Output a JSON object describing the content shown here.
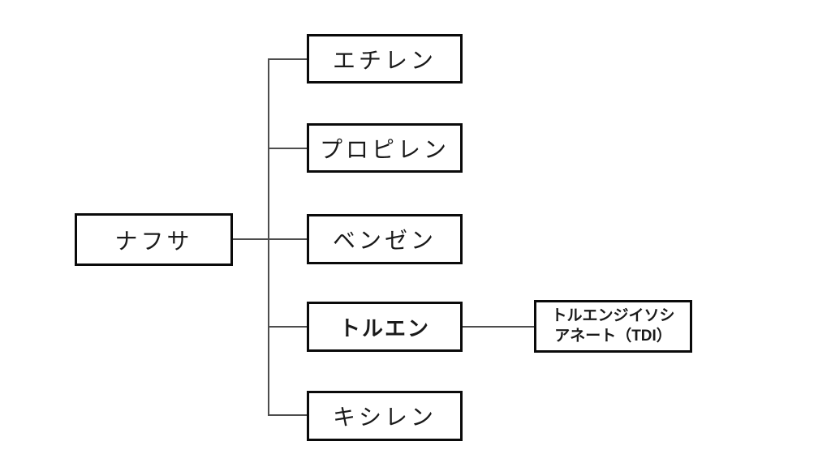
{
  "diagram": {
    "title": "naphtha-petrochemical-derivatives-flow",
    "source": {
      "label": "ナフサ"
    },
    "products": [
      {
        "label": "エチレン",
        "bold": false
      },
      {
        "label": "プロピレン",
        "bold": false
      },
      {
        "label": "ベンゼン",
        "bold": false
      },
      {
        "label": "トルエン",
        "bold": true
      },
      {
        "label": "キシレン",
        "bold": false
      }
    ],
    "derivative": {
      "parent": "トルエン",
      "label_line1": "トルエンジイソシ",
      "label_line2": "アネート（TDI）"
    },
    "colors": {
      "background": "#ffffff",
      "box_border": "#0a0a0a",
      "connector_line": "#4d4d4d",
      "text": "#1a1a1a"
    }
  }
}
